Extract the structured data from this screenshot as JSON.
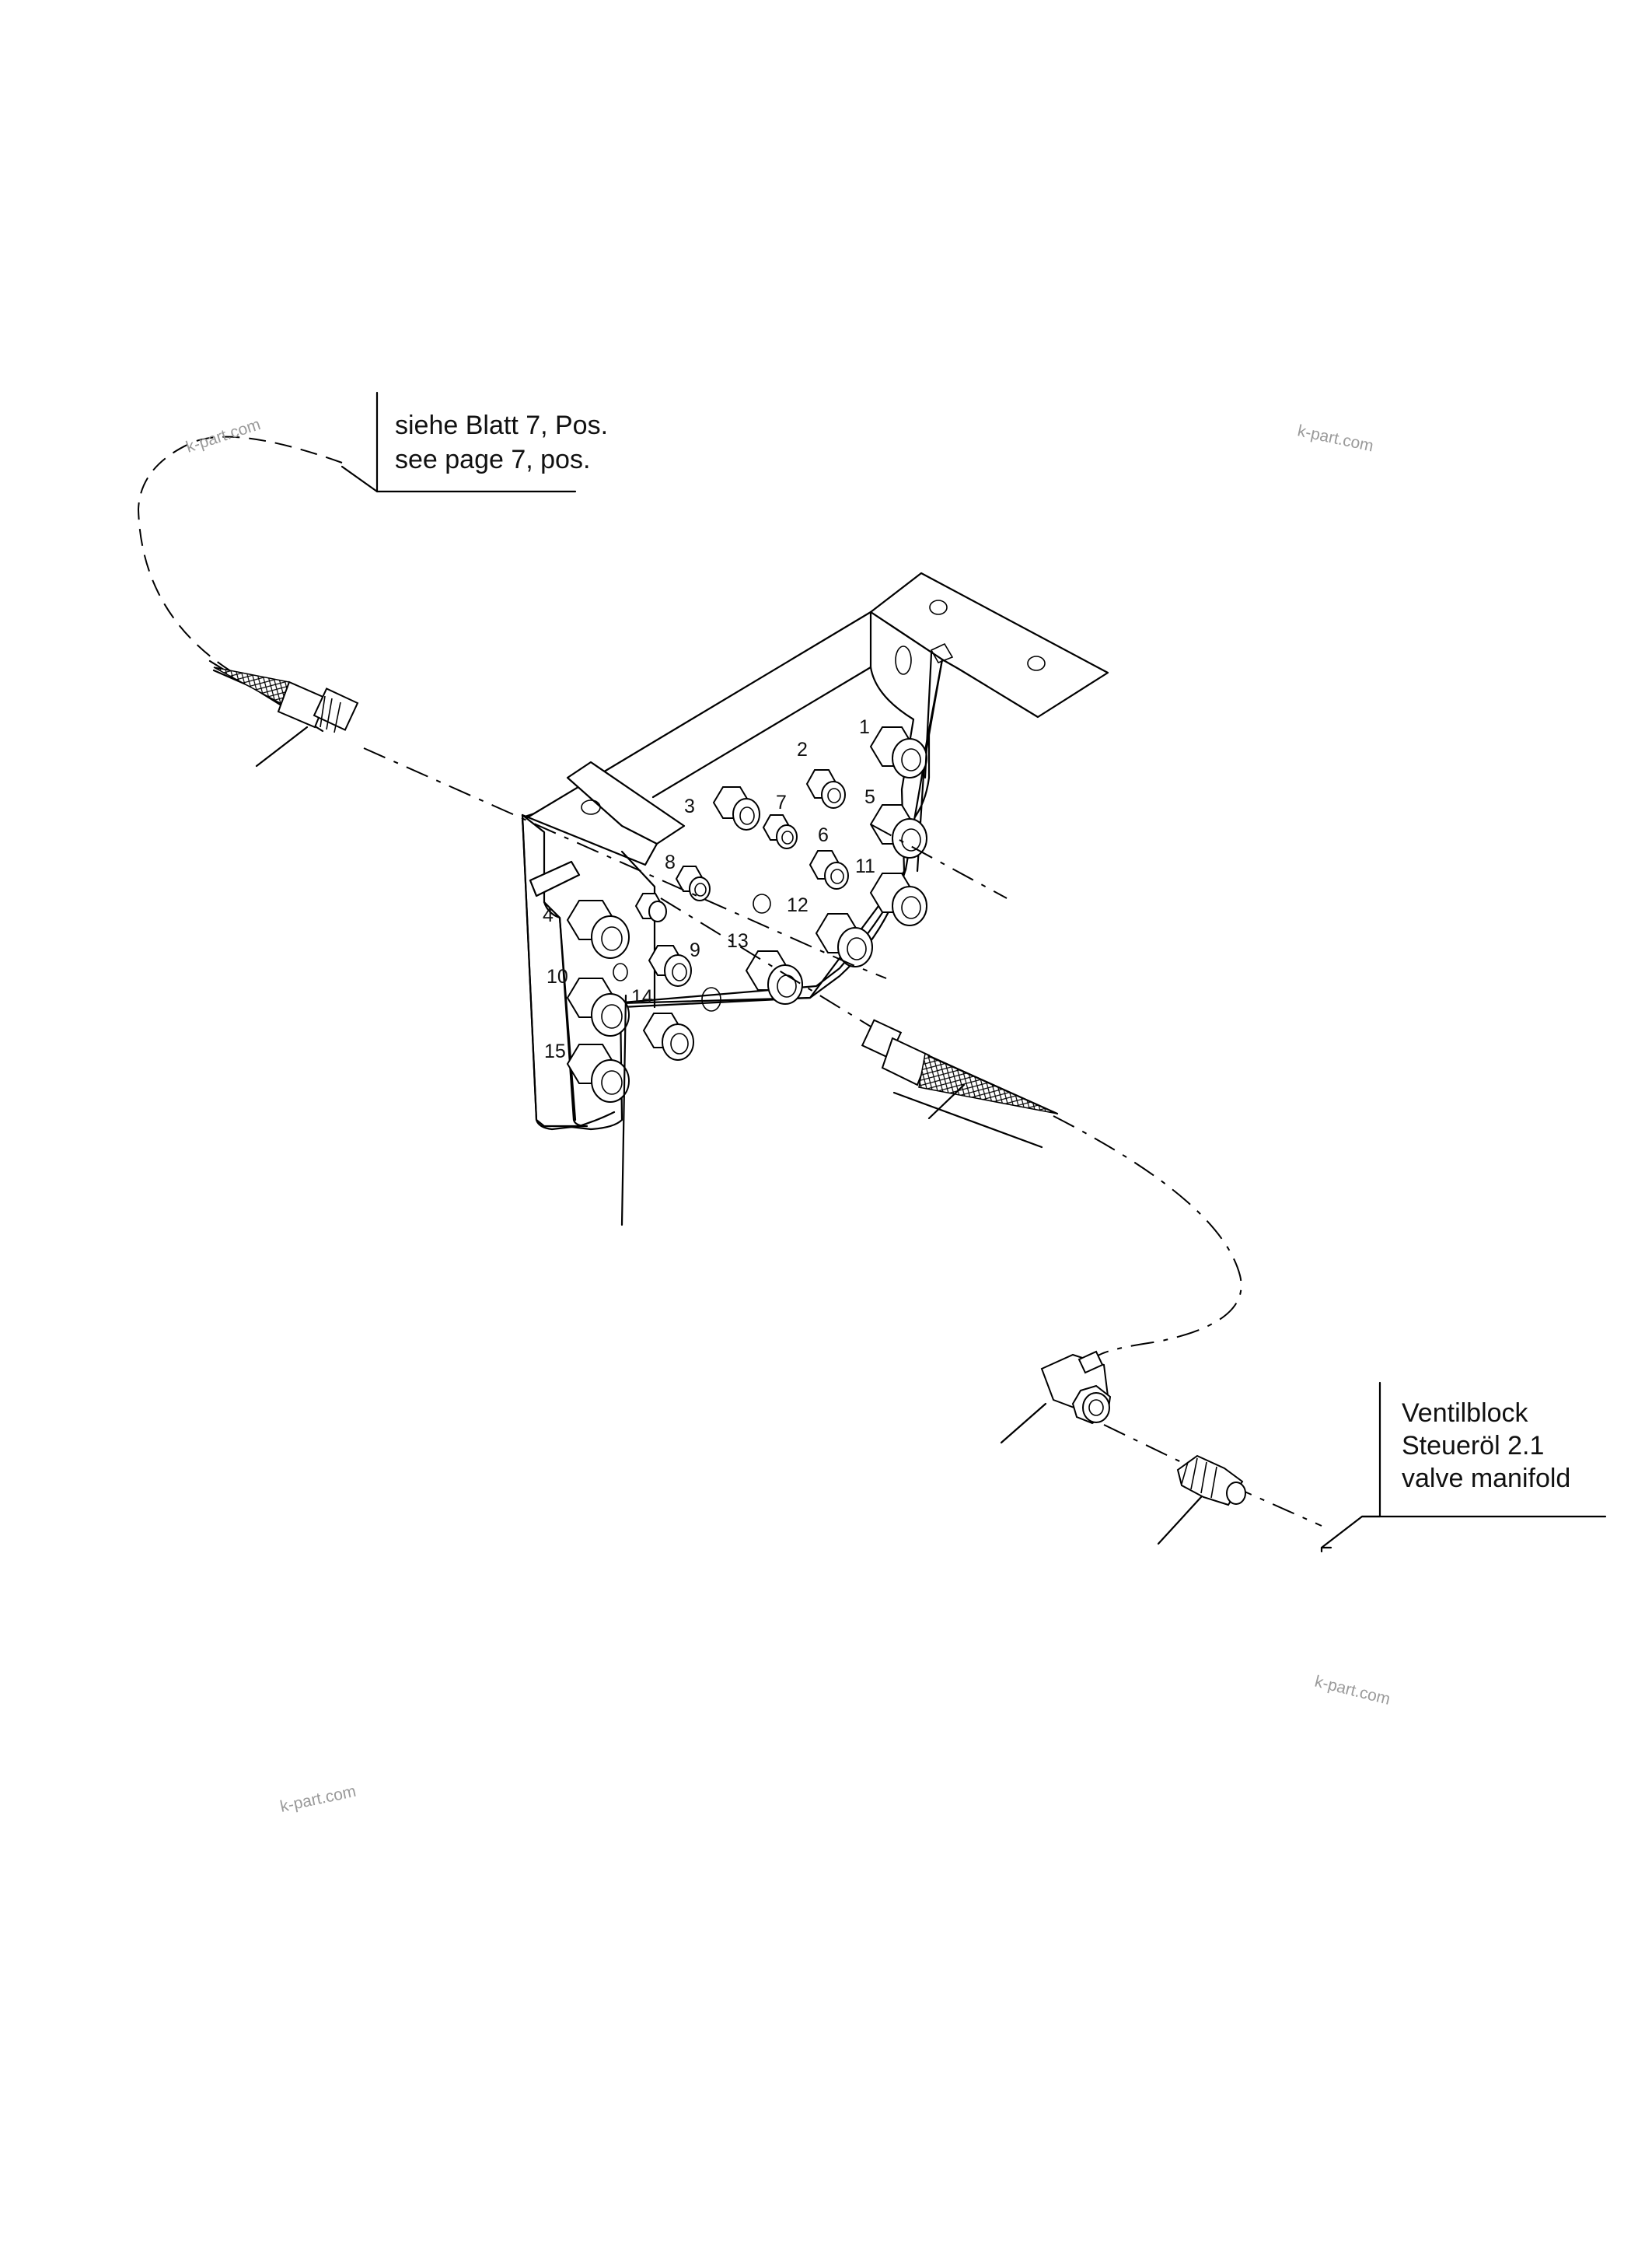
{
  "callouts": {
    "top_left": [
      "siehe Blatt 7, Pos.",
      "see page 7, pos."
    ],
    "bottom_right": [
      "Ventilblock",
      "Steueröl 2.1",
      "valve manifold"
    ]
  },
  "ports": [
    "1",
    "2",
    "3",
    "4",
    "5",
    "6",
    "7",
    "8",
    "9",
    "10",
    "11",
    "12",
    "13",
    "14",
    "15"
  ],
  "watermark": "k-part.com"
}
